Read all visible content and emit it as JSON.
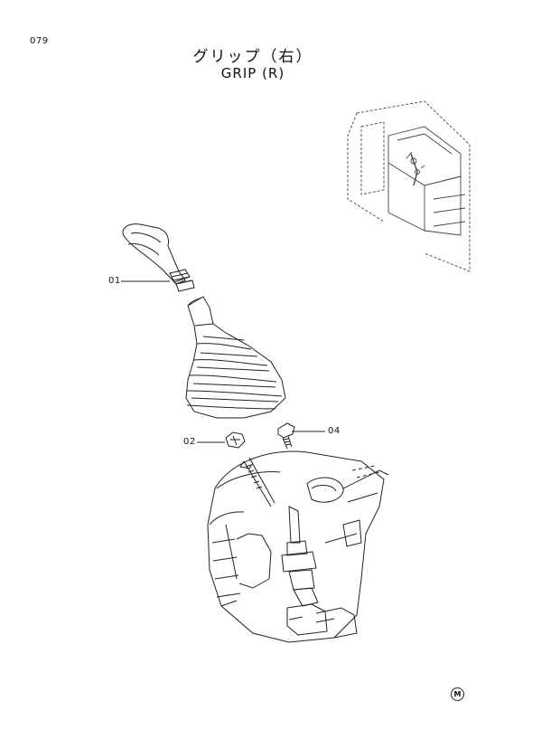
{
  "page_number": "079",
  "title": {
    "japanese": "グリップ（右）",
    "english": "GRIP (R)"
  },
  "callouts": [
    {
      "id": "01",
      "label": "01"
    },
    {
      "id": "02",
      "label": "02"
    },
    {
      "id": "04",
      "label": "04"
    }
  ],
  "maker_mark": "M"
}
